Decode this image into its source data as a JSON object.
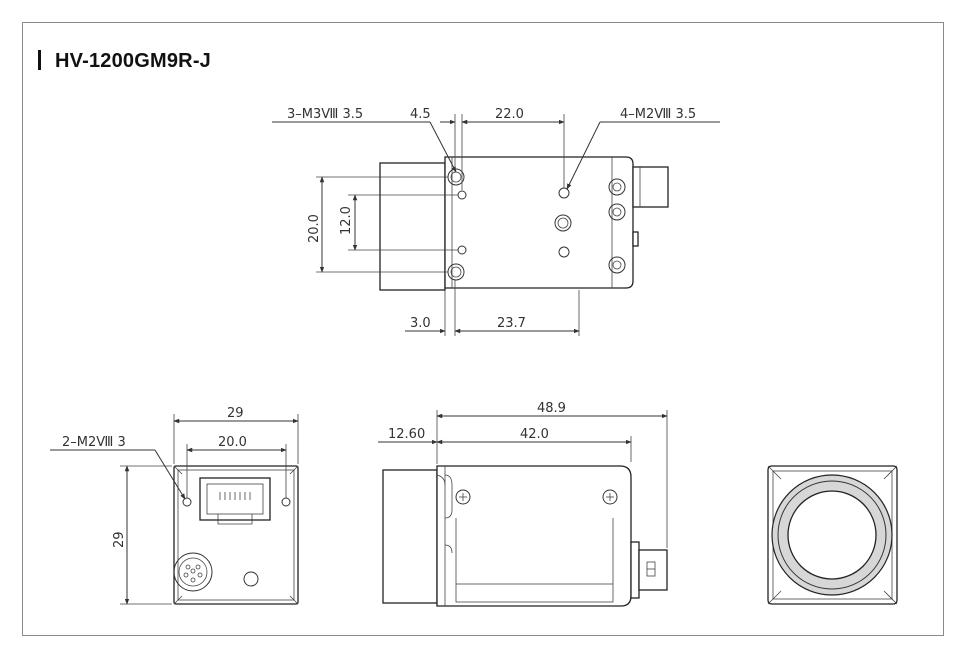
{
  "title": "HV-1200GM9R-J",
  "top_view": {
    "callout_left": "3–M3Ⅷ 3.5",
    "dim_top_a": "4.5",
    "dim_top_b": "22.0",
    "callout_right": "4–M2Ⅷ 3.5",
    "dim_left_outer": "20.0",
    "dim_left_inner": "12.0",
    "dim_bottom_a": "3.0",
    "dim_bottom_b": "23.7"
  },
  "rear_view": {
    "callout": "2–M2Ⅷ 3",
    "dim_width": "29",
    "dim_holes": "20.0",
    "dim_height": "29"
  },
  "side_view": {
    "dim_total": "48.9",
    "dim_lens": "12.60",
    "dim_body": "42.0"
  },
  "colors": {
    "line": "#333333",
    "frame": "#8a8a8a",
    "fill": "#d7d7d7"
  }
}
